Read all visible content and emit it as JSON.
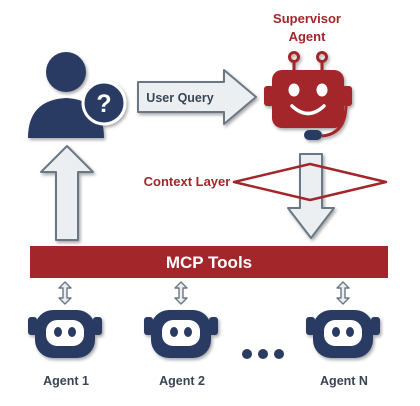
{
  "supervisor": {
    "title_line1": "Supervisor",
    "title_line2": "Agent"
  },
  "user_query_label": "User Query",
  "context_layer_label": "Context Layer",
  "mcp_tools_label": "MCP Tools",
  "agents": [
    {
      "label": "Agent 1"
    },
    {
      "label": "Agent 2"
    },
    {
      "label": "Agent N"
    }
  ],
  "colors": {
    "navy": "#2b3a63",
    "maroon": "#a3262a",
    "arrow_fill": "#eceff2",
    "arrow_stroke": "#6b7785",
    "text_dark": "#3a4553"
  }
}
